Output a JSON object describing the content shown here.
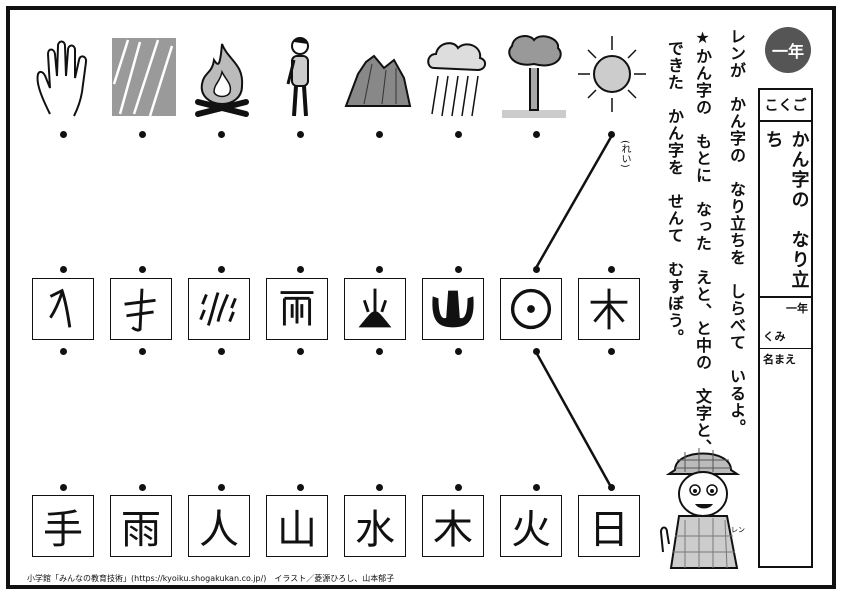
{
  "header": {
    "grade_badge": "一年",
    "subject": "こくご",
    "title": "かん字の　なり立ち",
    "field_grade": "一年",
    "field_class": "くみ",
    "field_name": "名まえ"
  },
  "instructions": {
    "line1": "レンが　かん字の　なり立ちを　しらべて　いるよ。",
    "line2": "★かん字の　もとに　なった　えと、と中の　文字と、",
    "line3": "できた　かん字を　せんて　むすぼう。",
    "example_label": "(れい)"
  },
  "pictures": [
    {
      "icon": "hand-icon"
    },
    {
      "icon": "rain-streaks-icon"
    },
    {
      "icon": "fire-icon"
    },
    {
      "icon": "person-icon"
    },
    {
      "icon": "mountain-icon"
    },
    {
      "icon": "rain-cloud-icon"
    },
    {
      "icon": "tree-icon"
    },
    {
      "icon": "sun-icon"
    }
  ],
  "ancient_glyphs": [
    {
      "icon": "glyph-person-icon"
    },
    {
      "icon": "glyph-hand-icon"
    },
    {
      "icon": "glyph-water-icon"
    },
    {
      "icon": "glyph-rain-icon"
    },
    {
      "icon": "glyph-fire-icon"
    },
    {
      "icon": "glyph-mountain-icon"
    },
    {
      "icon": "glyph-sun-icon"
    },
    {
      "icon": "glyph-tree-icon"
    }
  ],
  "kanji": [
    "手",
    "雨",
    "人",
    "山",
    "水",
    "木",
    "火",
    "日"
  ],
  "character_label": "レン",
  "credit": "小学館「みんなの教育技術」(https://kyoiku.shogakukan.co.jp/)　イラスト／菱源ひろし、山本郁子"
}
